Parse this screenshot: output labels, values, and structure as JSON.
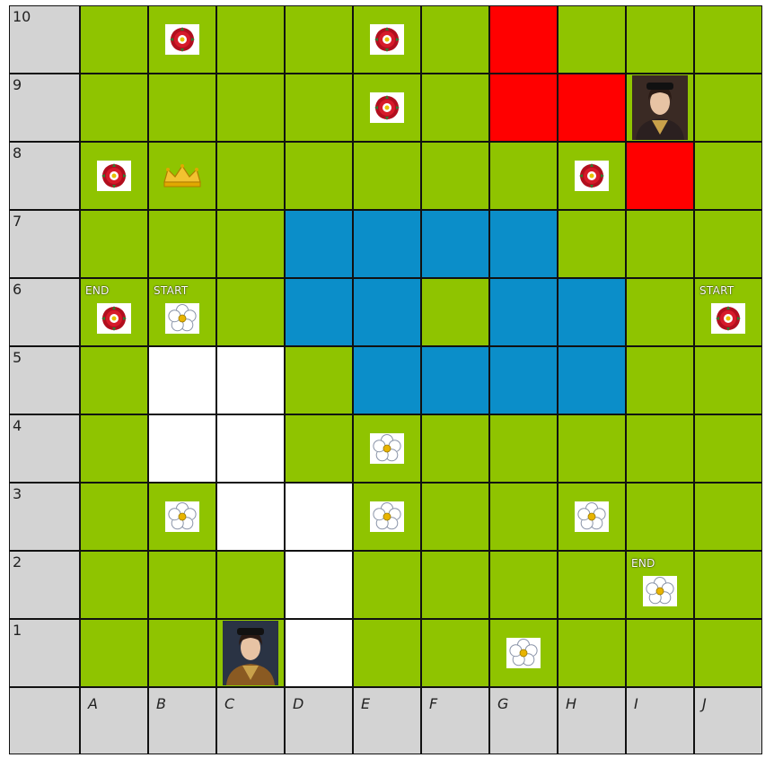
{
  "board": {
    "column_labels": [
      "A",
      "B",
      "C",
      "D",
      "E",
      "F",
      "G",
      "H",
      "I",
      "J"
    ],
    "row_labels": [
      "10",
      "9",
      "8",
      "7",
      "6",
      "5",
      "4",
      "3",
      "2",
      "1"
    ],
    "colors": {
      "grass": "#8fc400",
      "red_territory": "#ff0000",
      "water": "#0b8ec9",
      "path": "#ffffff",
      "header": "#d3d3d3"
    },
    "rows": [
      [
        "g",
        "g",
        "g",
        "g",
        "g",
        "g",
        "r",
        "g",
        "g",
        "g"
      ],
      [
        "g",
        "g",
        "g",
        "g",
        "g",
        "g",
        "r",
        "r",
        "g",
        "g"
      ],
      [
        "g",
        "g",
        "g",
        "g",
        "g",
        "g",
        "g",
        "g",
        "r",
        "g"
      ],
      [
        "g",
        "g",
        "g",
        "b",
        "b",
        "b",
        "b",
        "g",
        "g",
        "g"
      ],
      [
        "g",
        "g",
        "g",
        "b",
        "b",
        "g",
        "b",
        "b",
        "g",
        "g"
      ],
      [
        "g",
        "w",
        "w",
        "g",
        "b",
        "b",
        "b",
        "b",
        "g",
        "g"
      ],
      [
        "g",
        "w",
        "w",
        "g",
        "g",
        "g",
        "g",
        "g",
        "g",
        "g"
      ],
      [
        "g",
        "g",
        "w",
        "w",
        "g",
        "g",
        "g",
        "g",
        "g",
        "g"
      ],
      [
        "g",
        "g",
        "g",
        "w",
        "g",
        "g",
        "g",
        "g",
        "g",
        "g"
      ],
      [
        "g",
        "g",
        "g",
        "w",
        "g",
        "g",
        "g",
        "g",
        "g",
        "g"
      ]
    ]
  },
  "pieces": [
    {
      "cell": "B10",
      "icon": "red-rose-icon"
    },
    {
      "cell": "E10",
      "icon": "red-rose-icon"
    },
    {
      "cell": "E9",
      "icon": "red-rose-icon"
    },
    {
      "cell": "I9",
      "icon": "king-portrait-lancaster-icon"
    },
    {
      "cell": "A8",
      "icon": "red-rose-icon"
    },
    {
      "cell": "B8",
      "icon": "crown-icon"
    },
    {
      "cell": "H8",
      "icon": "red-rose-icon"
    },
    {
      "cell": "A6",
      "icon": "red-rose-icon",
      "label": "END"
    },
    {
      "cell": "B6",
      "icon": "white-rose-icon",
      "label": "START"
    },
    {
      "cell": "J6",
      "icon": "red-rose-icon",
      "label": "START"
    },
    {
      "cell": "E4",
      "icon": "white-rose-icon"
    },
    {
      "cell": "B3",
      "icon": "white-rose-icon"
    },
    {
      "cell": "E3",
      "icon": "white-rose-icon"
    },
    {
      "cell": "H3",
      "icon": "white-rose-icon"
    },
    {
      "cell": "I2",
      "icon": "white-rose-icon",
      "label": "END"
    },
    {
      "cell": "C1",
      "icon": "king-portrait-york-icon"
    },
    {
      "cell": "G1",
      "icon": "white-rose-icon"
    }
  ]
}
